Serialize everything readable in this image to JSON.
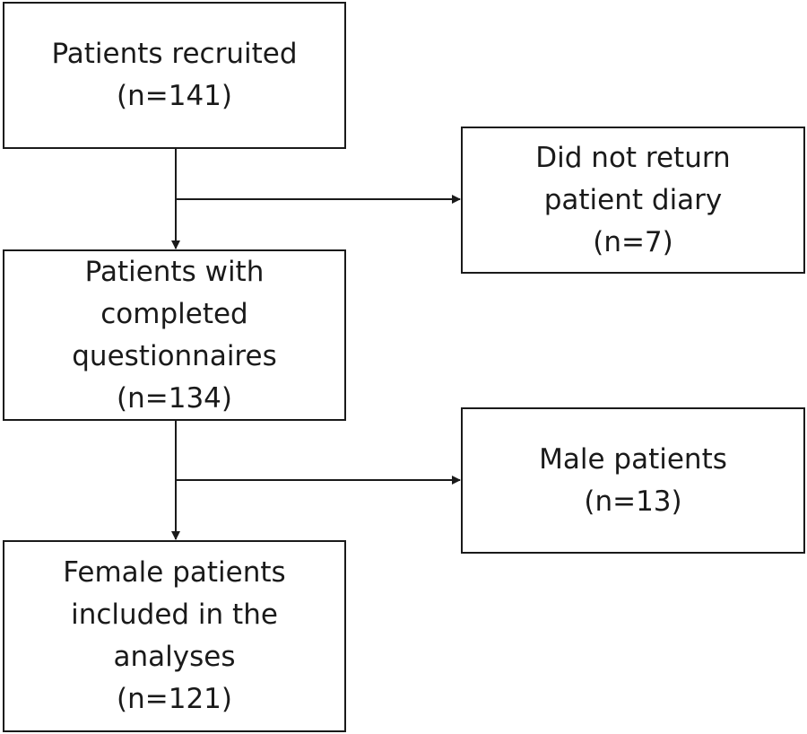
{
  "flowchart": {
    "recruited": {
      "lines": [
        "Patients recruited",
        "(n=141)"
      ]
    },
    "excluded_diary": {
      "lines": [
        "Did not return",
        "patient diary",
        "(n=7)"
      ]
    },
    "completed": {
      "lines": [
        "Patients with",
        "completed",
        "questionnaires",
        "(n=134)"
      ]
    },
    "excluded_male": {
      "lines": [
        "Male patients",
        "(n=13)"
      ]
    },
    "included": {
      "lines": [
        "Female patients",
        "included in the",
        "analyses",
        "(n=121)"
      ]
    }
  },
  "colors": {
    "stroke": "#1a1a1a",
    "background": "#ffffff"
  }
}
